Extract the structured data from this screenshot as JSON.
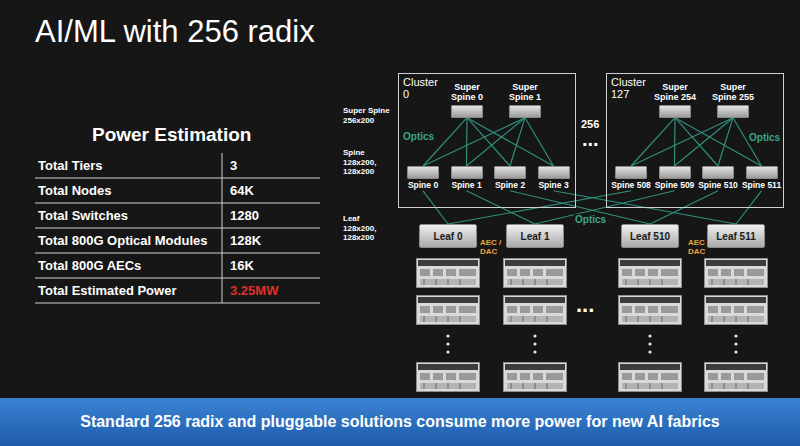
{
  "diagram": {
    "title": "AI/ML with 256 radix",
    "caption": "Standard 256 radix and pluggable solutions consume more power for new AI fabrics",
    "nodes": [
      {
        "text": [
          "Cluster 0"
        ]
      },
      {
        "text": [
          "Super Spine 0"
        ],
        "in": 0
      },
      {
        "text": [
          "Super Spine 1"
        ],
        "in": 0
      },
      {
        "text": [
          "Spine 0"
        ],
        "in": 0
      },
      {
        "text": [
          "Spine 1"
        ],
        "in": 0
      },
      {
        "text": [
          "Spine 2"
        ],
        "in": 0
      },
      {
        "text": [
          "Spine 3"
        ],
        "in": 0
      },
      {
        "text": [
          "Cluster 127"
        ]
      },
      {
        "text": [
          "Super Spine 254"
        ],
        "in": 7
      },
      {
        "text": [
          "Super Spine 255"
        ],
        "in": 7
      },
      {
        "text": [
          "Spine 508"
        ],
        "in": 7
      },
      {
        "text": [
          "Spine 509"
        ],
        "in": 7
      },
      {
        "text": [
          "Spine 510"
        ],
        "in": 7
      },
      {
        "text": [
          "Spine 511"
        ],
        "in": 7
      },
      {
        "text": [
          "Leaf 0"
        ]
      },
      {
        "text": [
          "Leaf 1"
        ]
      },
      {
        "text": [
          "Leaf 510"
        ]
      },
      {
        "text": [
          "Leaf 511"
        ]
      }
    ],
    "edges": [
      {
        "from": 1,
        "to": 3,
        "arrow": "none"
      },
      {
        "from": 1,
        "to": 4,
        "arrow": "none"
      },
      {
        "from": 1,
        "to": 5,
        "arrow": "none"
      },
      {
        "from": 1,
        "to": 6,
        "arrow": "none"
      },
      {
        "from": 2,
        "to": 3,
        "arrow": "none"
      },
      {
        "from": 2,
        "to": 4,
        "arrow": "none"
      },
      {
        "from": 2,
        "to": 5,
        "arrow": "none"
      },
      {
        "from": 2,
        "to": 6,
        "arrow": "none"
      },
      {
        "from": 8,
        "to": 10,
        "arrow": "none"
      },
      {
        "from": 8,
        "to": 11,
        "arrow": "none"
      },
      {
        "from": 8,
        "to": 12,
        "arrow": "none"
      },
      {
        "from": 8,
        "to": 13,
        "arrow": "none"
      },
      {
        "from": 9,
        "to": 10,
        "arrow": "none"
      },
      {
        "from": 9,
        "to": 11,
        "arrow": "none"
      },
      {
        "from": 9,
        "to": 12,
        "arrow": "none"
      },
      {
        "from": 9,
        "to": 13,
        "arrow": "none"
      },
      {
        "from": 3,
        "to": 14,
        "arrow": "none"
      },
      {
        "from": 10,
        "to": 14,
        "arrow": "none"
      },
      {
        "from": 4,
        "to": 15,
        "arrow": "none"
      },
      {
        "from": 11,
        "to": 15,
        "arrow": "none"
      },
      {
        "from": 5,
        "to": 16,
        "arrow": "none"
      },
      {
        "from": 12,
        "to": 16,
        "arrow": "none"
      },
      {
        "from": 6,
        "to": 17,
        "arrow": "none"
      },
      {
        "from": 13,
        "to": 17,
        "arrow": "none"
      }
    ],
    "labels": [
      "Power Estimation",
      "Total Tiers",
      "3",
      "Total Nodes",
      "64K",
      "Total Switches",
      "1280",
      "Total 800G Optical Modules",
      "128K",
      "Total 800G AECs",
      "16K",
      "Total Estimated Power",
      "3.25MW",
      "Super Spine 256x200",
      "Spine 128x200, 128x200",
      "Leaf 128x200, 128x200",
      "256",
      "...",
      "Optics",
      "Optics",
      "Optics",
      "AEC / DAC",
      "AEC / DAC",
      "..."
    ]
  }
}
